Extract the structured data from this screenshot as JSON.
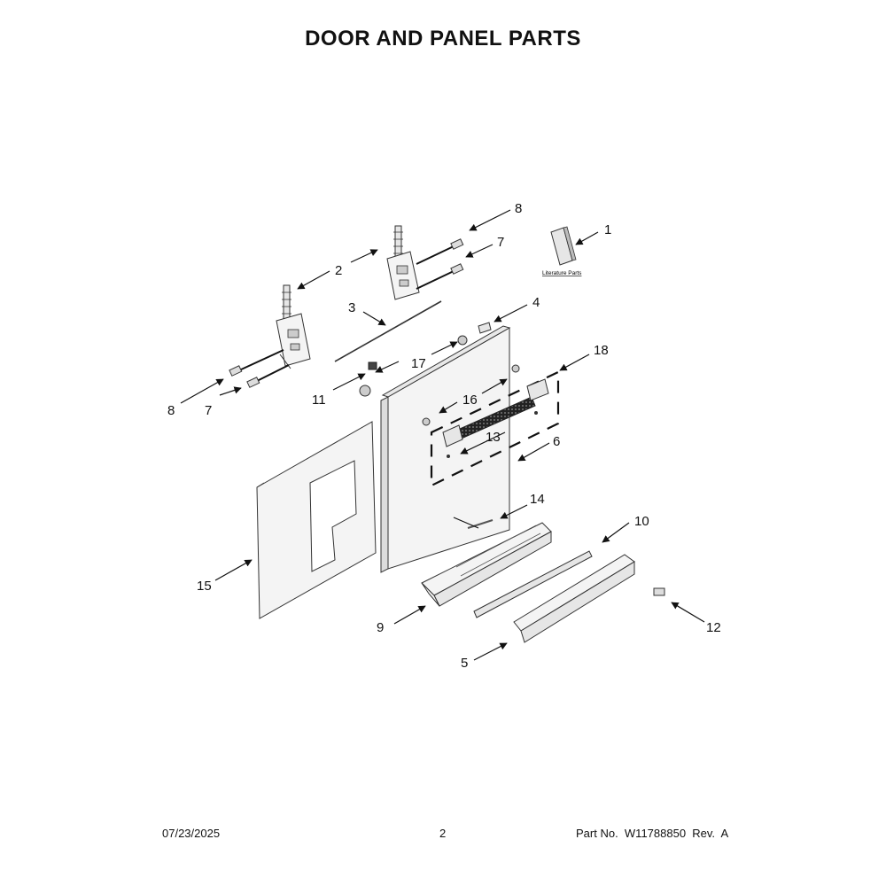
{
  "title": "DOOR AND PANEL PARTS",
  "literature_label": "Literature Parts",
  "callouts": [
    {
      "id": "1",
      "label": "1"
    },
    {
      "id": "2",
      "label": "2"
    },
    {
      "id": "3",
      "label": "3"
    },
    {
      "id": "4",
      "label": "4"
    },
    {
      "id": "5",
      "label": "5"
    },
    {
      "id": "6",
      "label": "6"
    },
    {
      "id": "7a",
      "label": "7"
    },
    {
      "id": "7b",
      "label": "7"
    },
    {
      "id": "8a",
      "label": "8"
    },
    {
      "id": "8b",
      "label": "8"
    },
    {
      "id": "9",
      "label": "9"
    },
    {
      "id": "10",
      "label": "10"
    },
    {
      "id": "11",
      "label": "11"
    },
    {
      "id": "12",
      "label": "12"
    },
    {
      "id": "13",
      "label": "13"
    },
    {
      "id": "14",
      "label": "14"
    },
    {
      "id": "15",
      "label": "15"
    },
    {
      "id": "16",
      "label": "16"
    },
    {
      "id": "17",
      "label": "17"
    },
    {
      "id": "18",
      "label": "18"
    }
  ],
  "footer": {
    "date": "07/23/2025",
    "page": "2",
    "part": "Part No.  W11788850  Rev.  A"
  }
}
